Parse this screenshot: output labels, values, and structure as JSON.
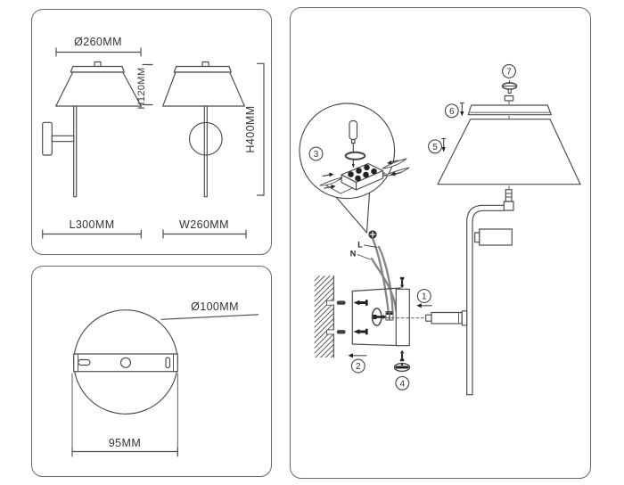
{
  "panels": {
    "dimensions": {
      "labels": {
        "shade_diameter": "Ø260MM",
        "shade_height": "H120MM",
        "fixture_height": "H400MM",
        "fixture_length": "L300MM",
        "fixture_width": "W260MM"
      }
    },
    "mounting_plate": {
      "labels": {
        "plate_diameter": "Ø100MM",
        "hole_spacing": "95MM"
      }
    },
    "assembly": {
      "steps": [
        "1",
        "2",
        "3",
        "4",
        "5",
        "6",
        "7"
      ],
      "wire_labels": {
        "live": "L",
        "neutral": "N"
      }
    }
  },
  "colors": {
    "line": "#4a4a4a",
    "dark": "#222222",
    "wire": "#858585",
    "background": "#ffffff"
  }
}
